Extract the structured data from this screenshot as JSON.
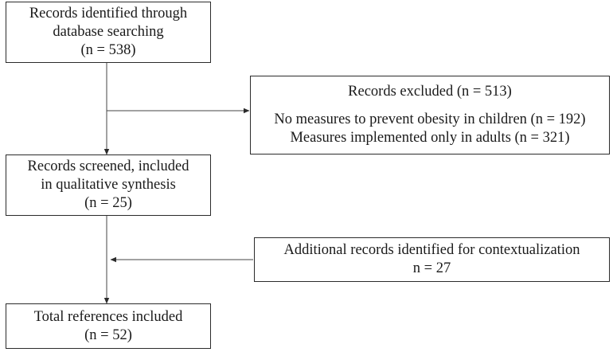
{
  "nodes": {
    "identified": {
      "lines": [
        "Records identified through",
        "database searching",
        "(n = 538)"
      ]
    },
    "excluded": {
      "title": "Records excluded (n = 513)",
      "reasons": [
        "No measures to prevent obesity in children (n = 192)",
        "Measures implemented only in adults (n = 321)"
      ]
    },
    "screened": {
      "lines": [
        "Records screened, included",
        "in qualitative synthesis",
        "(n = 25)"
      ]
    },
    "additional": {
      "lines": [
        "Additional records identified for contextualization",
        "n = 27"
      ]
    },
    "total": {
      "lines": [
        "Total references included",
        "(n = 52)"
      ]
    }
  },
  "edges": [
    {
      "from": "identified",
      "to": "screened"
    },
    {
      "from": "identified",
      "to": "excluded"
    },
    {
      "from": "screened",
      "to": "total"
    },
    {
      "from": "additional",
      "to": "total"
    }
  ]
}
